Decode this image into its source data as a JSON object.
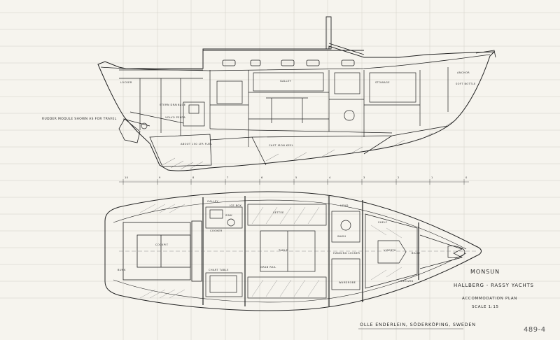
{
  "sheet": {
    "drawing_number": "489-4",
    "paper_color": "#f6f4ee",
    "ink_color": "#2a2a2a"
  },
  "title_block": {
    "boat_name": "MONSUN",
    "builder": "HALLBERG - RASSY YACHTS",
    "plan_name": "ACCOMMODATION PLAN",
    "scale": "SCALE 1:15",
    "designer_signature": "OLLE ENDERLEIN, SÖDERKÖPING, SWEDEN"
  },
  "profile": {
    "notes": {
      "rudder_note": "RUDDER MODULE SHOWN AS FOR TRAVEL",
      "anchor_locker": "ANCHOR",
      "cockpit_locker": "LOCKER",
      "fuel_tank": "ABOUT 150 LTR FUEL",
      "cast_iron_keel": "CAST IRON KEEL",
      "engine_note": "VOLVO PENTA",
      "exhaust": "STERN DRAINAGE",
      "galley": "GALLEY",
      "stowage": "STOWAGE",
      "chain_locker": "SOFT BOTTLE"
    },
    "station_numbers": [
      "10",
      "9",
      "8",
      "7",
      "6",
      "5",
      "4",
      "3",
      "2",
      "1",
      "0"
    ]
  },
  "plan": {
    "notes": {
      "cockpit_locker": "COCKPIT",
      "galley": "GALLEY",
      "saloon_table": "TABLE",
      "chart_table": "CHART TABLE",
      "settee": "SETTEE",
      "head": "HEAD",
      "forward_cabin": "V-BERTH",
      "wardrobe": "WARDROBE",
      "hanging_locker": "HANGING LOCKER",
      "shelf": "SHELF",
      "cooker": "COOKER",
      "ice_box": "ICE BOX",
      "sink": "SINK",
      "bilge": "BILGE",
      "table_dims": "TABLE",
      "grab_rail": "GRAB RAIL",
      "shelves_port": "SHELVES",
      "wash": "WASH",
      "bunk": "BUNK"
    }
  }
}
